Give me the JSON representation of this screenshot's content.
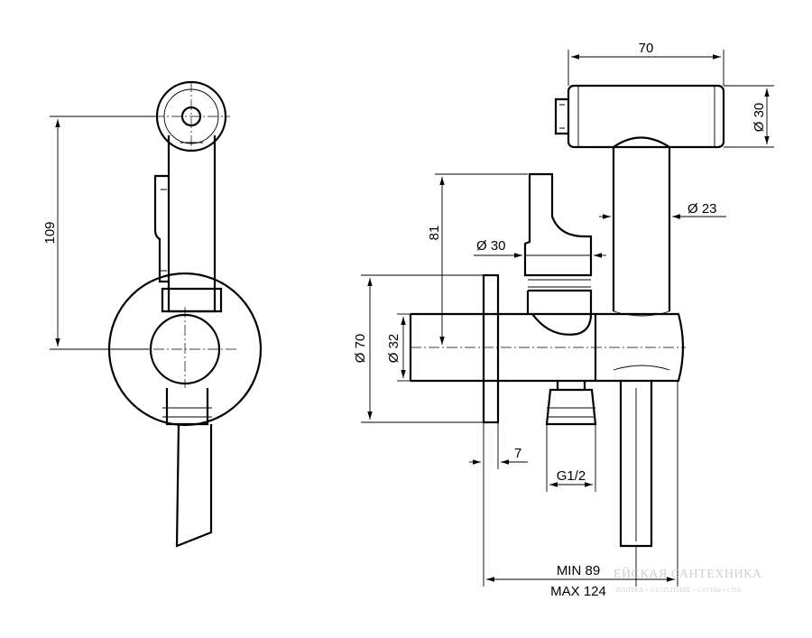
{
  "dimensions": {
    "height_side": "109",
    "width_top": "70",
    "dia_handle": "Ø 30",
    "dia_hose_rod": "Ø 23",
    "height_valve": "81",
    "dia_lever": "Ø 30",
    "dia_flange": "Ø 70",
    "dia_body": "Ø 32",
    "flange_thickness": "7",
    "thread": "G1/2",
    "depth_min": "MIN 89",
    "depth_max": "MAX 124"
  },
  "watermark": {
    "line1": "ЕЙСКАЯ САНТЕХНИКА",
    "line2": "ПЛИТКА • ОТОПЛЕНИЕ • САУНЫ • СПА"
  }
}
